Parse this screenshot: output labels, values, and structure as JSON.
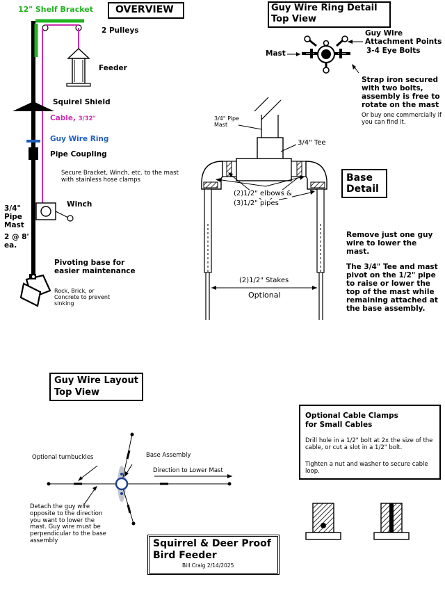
{
  "overview": {
    "title": "OVERVIEW",
    "shelf_bracket": "12\" Shelf Bracket",
    "pulleys": "2 Pulleys",
    "feeder": "Feeder",
    "squirrel_shield": "Squirel Shield",
    "cable": "Cable",
    "cable_size": "3/32\"",
    "guy_wire_ring": "Guy Wire Ring",
    "pipe_coupling": "Pipe Coupling",
    "secure_note": "Secure Bracket, Winch, etc. to the mast with stainless hose clamps",
    "mast_label": "3/4\" Pipe Mast",
    "mast_qty": "2 @ 8' ea.",
    "winch": "Winch",
    "pivot_base": "Pivoting base for easier maintenance",
    "rock_note": "Rock, Brick, or Concrete to prevent sinking"
  },
  "ring_detail": {
    "title_line1": "Guy Wire Ring Detail",
    "title_line2": "Top View",
    "attach_line1": "Guy Wire",
    "attach_line2": "Attachment Points",
    "attach_line3": "3-4 Eye Bolts",
    "mast": "Mast",
    "strap_note": "Strap iron secured with two bolts, assembly is free to rotate on the mast",
    "buy_note": "Or buy one commercially if you can find it."
  },
  "base_detail": {
    "title": "Base Detail",
    "pipe_mast": "3/4\" Pipe Mast",
    "tee": "3/4\" Tee",
    "elbows": "(2)1/2\" elbows &",
    "pipes": "(3)1/2\" pipes",
    "stakes": "(2)1/2\" Stakes",
    "optional": "Optional",
    "remove_note": "Remove just one guy wire to lower the mast.",
    "tee_note": "The 3/4\" Tee and mast pivot on the 1/2\" pipe to raise or lower the top of the mast while remaining attached at the base assembly."
  },
  "guy_layout": {
    "title_line1": "Guy Wire Layout",
    "title_line2": "Top View",
    "turnbuckles": "Optional turnbuckles",
    "base_assembly": "Base Assembly",
    "direction": "Direction to Lower Mast",
    "detach_note": "Detach the guy wire opposite to the direction you want to lower the mast. Guy wire must be perpendicular to the base assembly"
  },
  "cable_clamps": {
    "title_line1": "Optional  Cable Clamps",
    "title_line2": "for Small Cables",
    "drill_note": "Drill hole in a 1/2\" bolt at 2x the size of the cable, or cut a slot in a 1/2\" bolt.",
    "tighten_note": "Tighten a nut and washer to secure cable loop."
  },
  "title_block": {
    "title_line1": "Squirrel & Deer Proof",
    "title_line2": "Bird Feeder",
    "author": "Bill Craig 2/14/2025"
  },
  "colors": {
    "bracket_green": "#22b422",
    "cable_magenta": "#cc2fb0",
    "ring_blue": "#1f5fbf"
  }
}
